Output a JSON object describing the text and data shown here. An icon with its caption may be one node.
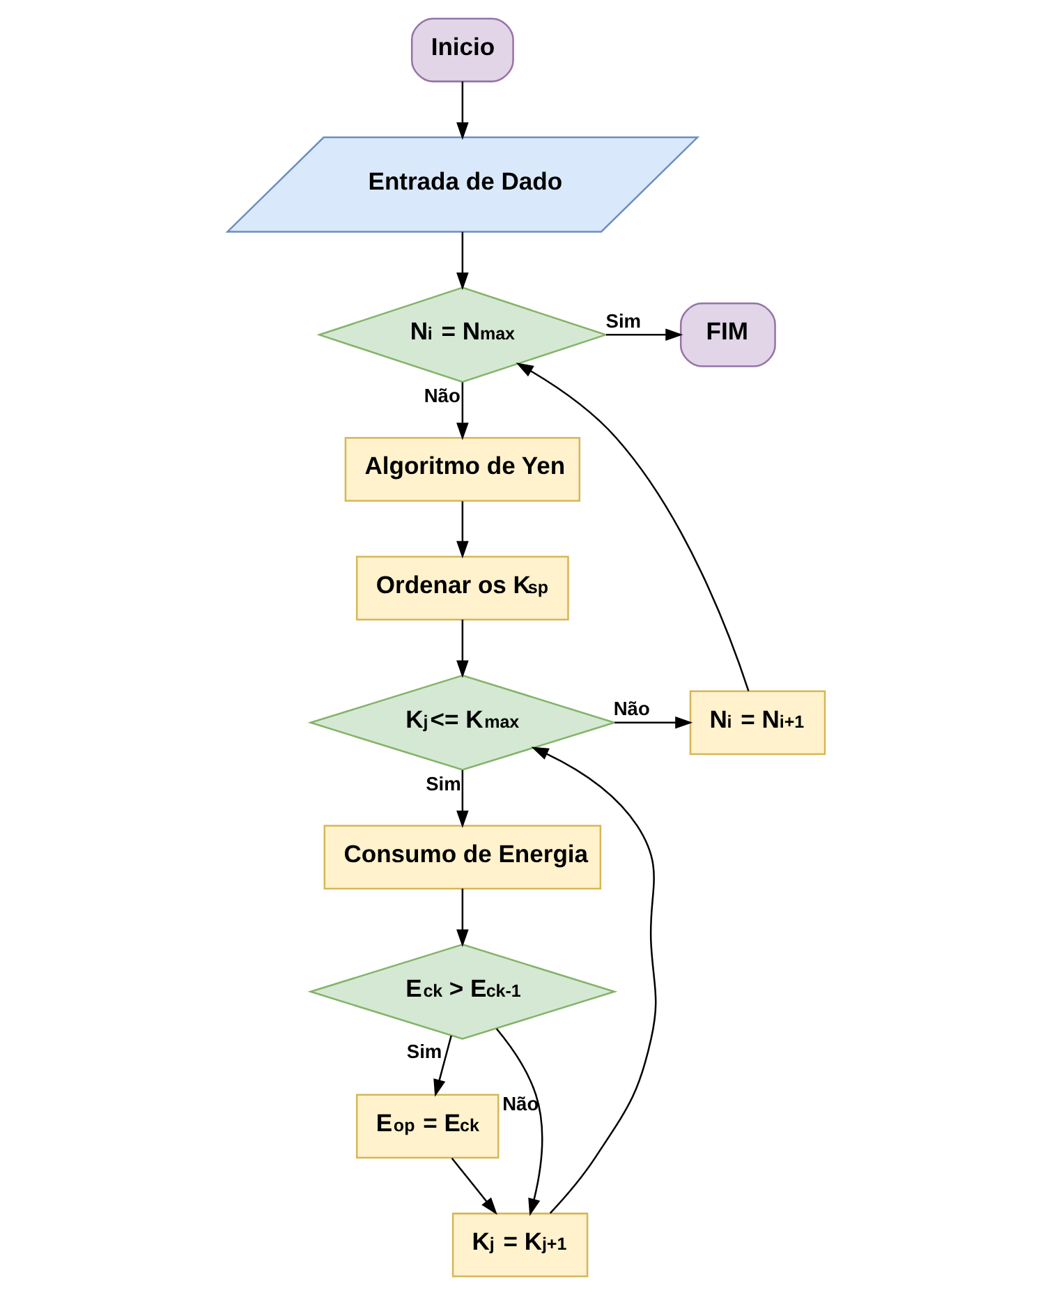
{
  "diagram": {
    "nodes": [
      {
        "text": [
          "Inicio"
        ]
      },
      {
        "text": [
          "Entrada de Dado"
        ]
      },
      {
        "text": [
          "N$_{i}$ = N$_{max}$"
        ]
      },
      {
        "text": [
          "FIM"
        ]
      },
      {
        "text": [
          "Algoritmo de Yen"
        ]
      },
      {
        "text": [
          "Ordenar os K$_{sp}$"
        ]
      },
      {
        "text": [
          "Consumo de Energia"
        ]
      },
      {
        "text": [
          "E$_{ck}$ > E$_{ck-1}$"
        ]
      },
      {
        "text": [
          "N$_{i}$ = N$_{i+1}$"
        ]
      },
      {
        "text": [
          "K$_{j}$<= K$_{max}$"
        ]
      },
      {
        "text": [
          "E$_{op}$ = E$_{ck}$"
        ]
      },
      {
        "text": [
          "K$_{j}$ = K$_{j+1}$"
        ]
      }
    ],
    "edges": [
      {
        "from": 0,
        "to": 1,
        "arrow": "to"
      },
      {
        "from": 1,
        "to": 2,
        "arrow": "to"
      },
      {
        "from": 2,
        "to": 3,
        "arrow": "to",
        "label": "Sim"
      },
      {
        "from": 2,
        "to": 4,
        "arrow": "to",
        "label": "Não"
      },
      {
        "from": 4,
        "to": 5,
        "arrow": "to"
      },
      {
        "from": 5,
        "to": 9,
        "arrow": "to"
      },
      {
        "from": 9,
        "to": 6,
        "arrow": "to",
        "label": "Sim"
      },
      {
        "from": 6,
        "to": 7,
        "arrow": "to"
      },
      {
        "from": 7,
        "to": 10,
        "arrow": "to",
        "label": "Sim"
      },
      {
        "from": 7,
        "to": 11,
        "arrow": "to",
        "label": "Não"
      },
      {
        "from": 10,
        "to": 11,
        "arrow": "to"
      },
      {
        "from": 11,
        "to": 9,
        "arrow": "to"
      },
      {
        "from": 9,
        "to": 8,
        "arrow": "to",
        "label": "Não"
      },
      {
        "from": 8,
        "to": 2,
        "arrow": "to"
      }
    ]
  }
}
